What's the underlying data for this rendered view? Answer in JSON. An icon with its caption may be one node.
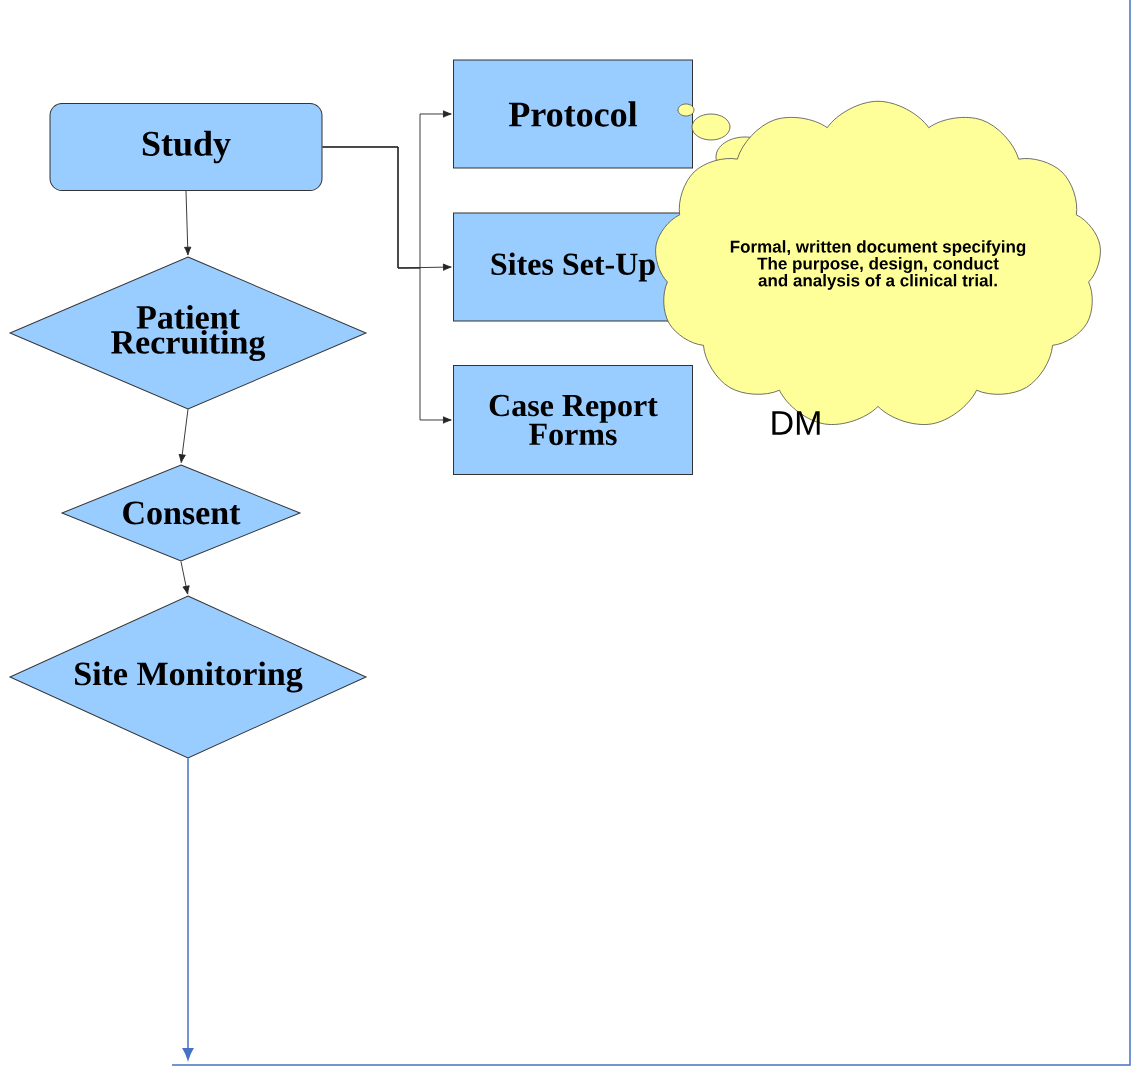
{
  "diagram": {
    "nodes": [
      {
        "text": [
          "Study"
        ]
      },
      {
        "text": [
          "Patient Recruiting"
        ]
      },
      {
        "text": [
          "Consent"
        ]
      },
      {
        "text": [
          "Site Monitoring"
        ]
      },
      {
        "text": [
          "Protocol"
        ]
      },
      {
        "text": [
          "Sites Set-Up"
        ]
      },
      {
        "text": [
          "Case Report Forms"
        ]
      },
      {
        "text": [
          "Formal, written document specifying The purpose, design, conduct and analysis of a clinical trial."
        ]
      }
    ],
    "edges": [
      {
        "from": 0,
        "to": 1,
        "arrow": "to"
      },
      {
        "from": 1,
        "to": 2,
        "arrow": "to"
      },
      {
        "from": 2,
        "to": 3,
        "arrow": "to"
      },
      {
        "from": 0,
        "to": 4,
        "arrow": "to"
      },
      {
        "from": 0,
        "to": 5,
        "arrow": "to"
      },
      {
        "from": 0,
        "to": 6,
        "arrow": "to"
      },
      {
        "from": 3,
        "to": null,
        "arrow": "to",
        "color": "#4472c4"
      }
    ],
    "labels": [
      "DM"
    ]
  }
}
